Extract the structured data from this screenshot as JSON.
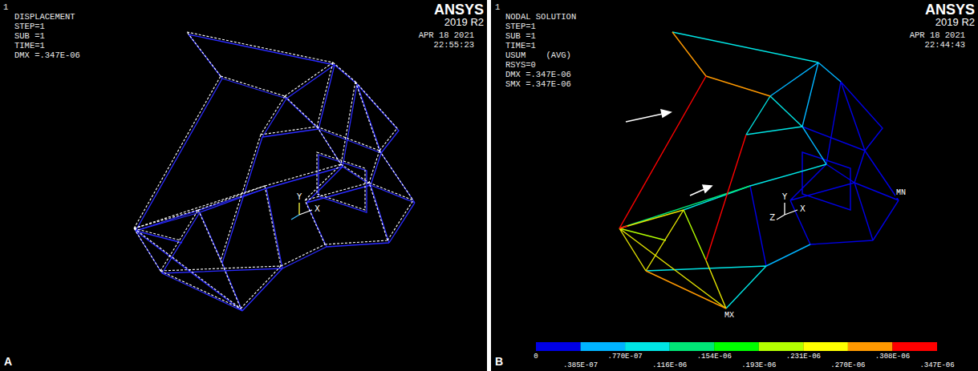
{
  "diagram": {
    "labels": [
      "1",
      "DISPLACEMENT",
      "STEP=1",
      "SUB =1",
      "TIME=1",
      "DMX =.347E-06",
      "ANSYS",
      "2019 R2",
      "APR 18 2021",
      "22:55:23",
      "Y",
      "X",
      "A",
      "1",
      "NODAL SOLUTION",
      "STEP=1",
      "SUB =1",
      "TIME=1",
      "USUM    (AVG)",
      "RSYS=0",
      "DMX =.347E-06",
      "SMX =.347E-06",
      "ANSYS",
      "2019 R2",
      "APR 18 2021",
      "22:44:43",
      "Y",
      "Z",
      "X",
      "MN",
      "MX",
      "0",
      ".385E-07",
      ".770E-07",
      ".116E-06",
      ".154E-06",
      ".193E-06",
      ".231E-06",
      ".270E-06",
      ".308E-06",
      ".347E-06",
      "B"
    ]
  }
}
